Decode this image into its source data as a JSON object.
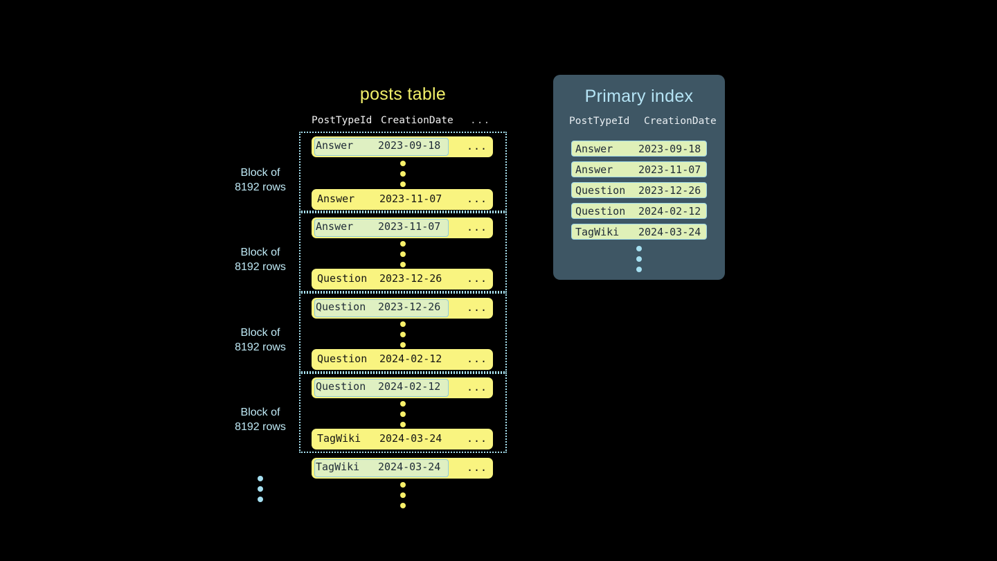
{
  "posts_table": {
    "title": "posts table",
    "columns": [
      "PostTypeId",
      "CreationDate",
      "..."
    ],
    "ellipsis_label": "...",
    "blocks": [
      {
        "label_line1": "Block of",
        "label_line2": "8192 rows",
        "first_row": {
          "post_type_id": "Answer",
          "creation_date": "2023-09-18",
          "more": "...",
          "highlighted": true
        },
        "last_row": {
          "post_type_id": "Answer",
          "creation_date": "2023-11-07",
          "more": "...",
          "highlighted": false
        }
      },
      {
        "label_line1": "Block of",
        "label_line2": "8192 rows",
        "first_row": {
          "post_type_id": "Answer",
          "creation_date": "2023-11-07",
          "more": "...",
          "highlighted": true
        },
        "last_row": {
          "post_type_id": "Question",
          "creation_date": "2023-12-26",
          "more": "...",
          "highlighted": false
        }
      },
      {
        "label_line1": "Block of",
        "label_line2": "8192 rows",
        "first_row": {
          "post_type_id": "Question",
          "creation_date": "2023-12-26",
          "more": "...",
          "highlighted": true
        },
        "last_row": {
          "post_type_id": "Question",
          "creation_date": "2024-02-12",
          "more": "...",
          "highlighted": false
        }
      },
      {
        "label_line1": "Block of",
        "label_line2": "8192 rows",
        "first_row": {
          "post_type_id": "Question",
          "creation_date": "2024-02-12",
          "more": "...",
          "highlighted": true
        },
        "last_row": {
          "post_type_id": "TagWiki",
          "creation_date": "2024-03-24",
          "more": "...",
          "highlighted": false
        }
      }
    ],
    "trailing_row": {
      "post_type_id": "TagWiki",
      "creation_date": "2024-03-24",
      "more": "...",
      "highlighted": true
    }
  },
  "primary_index": {
    "title": "Primary index",
    "columns": [
      "PostTypeId",
      "CreationDate"
    ],
    "rows": [
      {
        "post_type_id": "Answer",
        "creation_date": "2023-09-18"
      },
      {
        "post_type_id": "Answer",
        "creation_date": "2023-11-07"
      },
      {
        "post_type_id": "Question",
        "creation_date": "2023-12-26"
      },
      {
        "post_type_id": "Question",
        "creation_date": "2024-02-12"
      },
      {
        "post_type_id": "TagWiki",
        "creation_date": "2024-03-24"
      }
    ]
  },
  "colors": {
    "background": "#000000",
    "row_yellow": "#f9f480",
    "row_highlight_fill": "#dff0c2",
    "row_highlight_border": "#8ecbdd",
    "block_border": "#a9e3f2",
    "title_yellow": "#f2f06a",
    "panel_background": "#3e5664",
    "panel_title": "#b5e4f5",
    "index_row_fill": "#dff0b8",
    "index_row_border": "#9fd8e8",
    "label_blue": "#bfe9f5",
    "dot_yellow": "#f7f06a",
    "dot_blue": "#a5dff0",
    "text_dark": "#1e2a36"
  }
}
